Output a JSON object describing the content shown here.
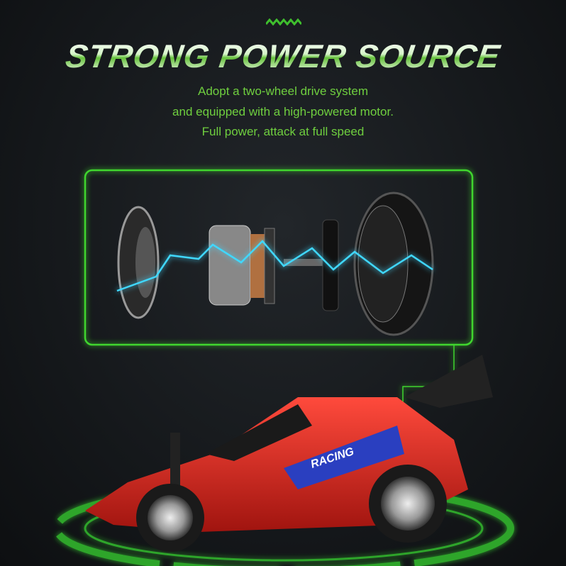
{
  "header": {
    "title": "STRONG POWER  SOURCE",
    "lines": [
      "Adopt a two-wheel drive system",
      "and equipped with a high-powered motor.",
      "Full power, attack at full speed"
    ]
  },
  "car": {
    "decal": "RACING"
  },
  "colors": {
    "accent": "#4bd13a",
    "text": "#6fcf3f",
    "car": "#d42a24",
    "spark": "#3fd8ff"
  }
}
